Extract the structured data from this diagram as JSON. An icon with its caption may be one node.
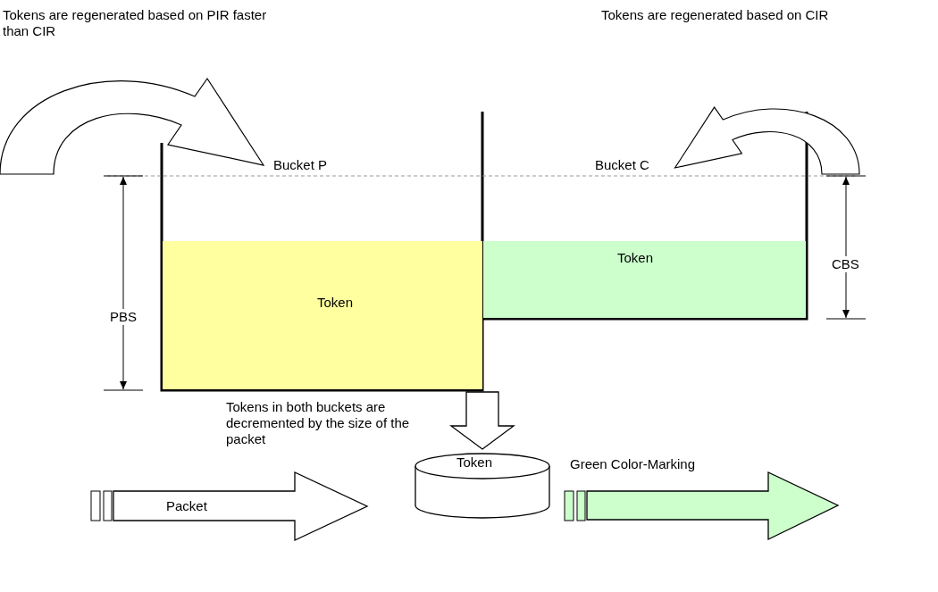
{
  "diagram": {
    "nodes": [
      {
        "text": [
          "Token"
        ]
      },
      {
        "text": [
          "Token"
        ]
      },
      {
        "text": [
          "Token"
        ]
      },
      {
        "text": [
          "Packet"
        ]
      }
    ],
    "edges": [
      {
        "from": 0,
        "to": 2,
        "arrow": "to"
      }
    ],
    "labels": [
      "Tokens are regenerated based on PIR faster than CIR",
      "Tokens are regenerated based on CIR",
      "Bucket P",
      "Bucket C",
      "PBS",
      "CBS",
      "Tokens in both buckets are decremented by the size of the packet",
      "Green Color-Marking"
    ]
  }
}
